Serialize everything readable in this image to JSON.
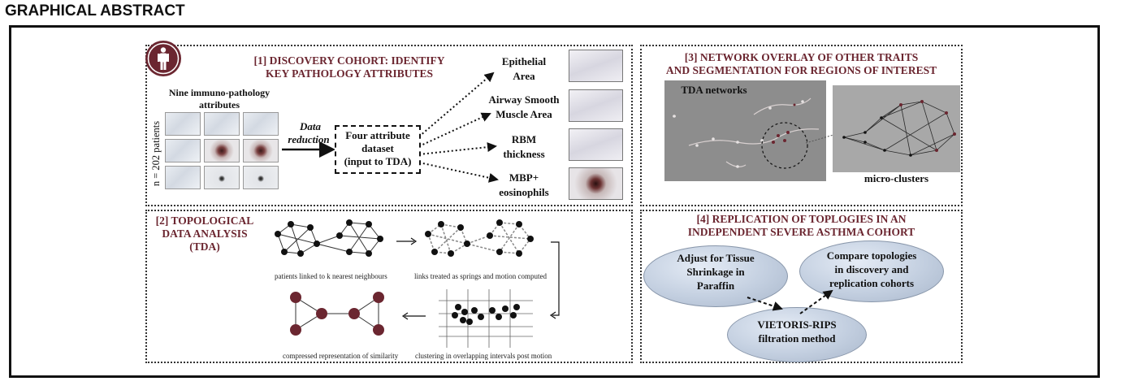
{
  "heading": "GRAPHICAL ABSTRACT",
  "panel1": {
    "title_line1": "[1] DISCOVERY COHORT: IDENTIFY",
    "title_line2": "KEY PATHOLOGY ATTRIBUTES",
    "attributes_line1": "Nine immuno-pathology",
    "attributes_line2": "attributes",
    "patients_label": "n = 202 patients",
    "reduction_line1": "Data",
    "reduction_line2": "reduction",
    "dataset_line1": "Four attribute",
    "dataset_line2": "dataset",
    "dataset_line3": "(input to TDA)",
    "outputs": [
      {
        "line1": "Epithelial",
        "line2": "Area"
      },
      {
        "line1": "Airway Smooth",
        "line2": "Muscle Area"
      },
      {
        "line1": "RBM",
        "line2": "thickness"
      },
      {
        "line1": "MBP+",
        "line2": "eosinophils"
      }
    ]
  },
  "panel2": {
    "title_line1": "[2] TOPOLOGICAL",
    "title_line2": "DATA  ANALYSIS",
    "title_line3": "(TDA)",
    "captions": {
      "knn": "patients linked to k nearest neighbours",
      "springs": "links treated as springs and motion computed",
      "clustering": "clustering in overlapping intervals post motion",
      "compressed": "compressed representation of similarity"
    }
  },
  "panel3": {
    "title_line1": "[3] NETWORK OVERLAY OF OTHER TRAITS",
    "title_line2": "AND SEGMENTATION FOR REGIONS OF INTEREST",
    "networks_label": "TDA networks",
    "microclusters_label": "micro-clusters"
  },
  "panel4": {
    "title_line1": "[4] REPLICATION OF TOPLOGIES IN AN",
    "title_line2": "INDEPENDENT SEVERE ASTHMA COHORT",
    "adjust_line1": "Adjust for Tissue",
    "adjust_line2": "Shrinkage in",
    "adjust_line3": "Paraffin",
    "compare_line1": "Compare topologies",
    "compare_line2": "in discovery and",
    "compare_line3": "replication cohorts",
    "vr_line1": "VIETORIS-RIPS",
    "vr_line2": "filtration method"
  },
  "colors": {
    "maroon": "#6b2630",
    "node_dark": "#111111",
    "node_cluster": "#6b2630",
    "ellipse": "#c3cfe0"
  }
}
